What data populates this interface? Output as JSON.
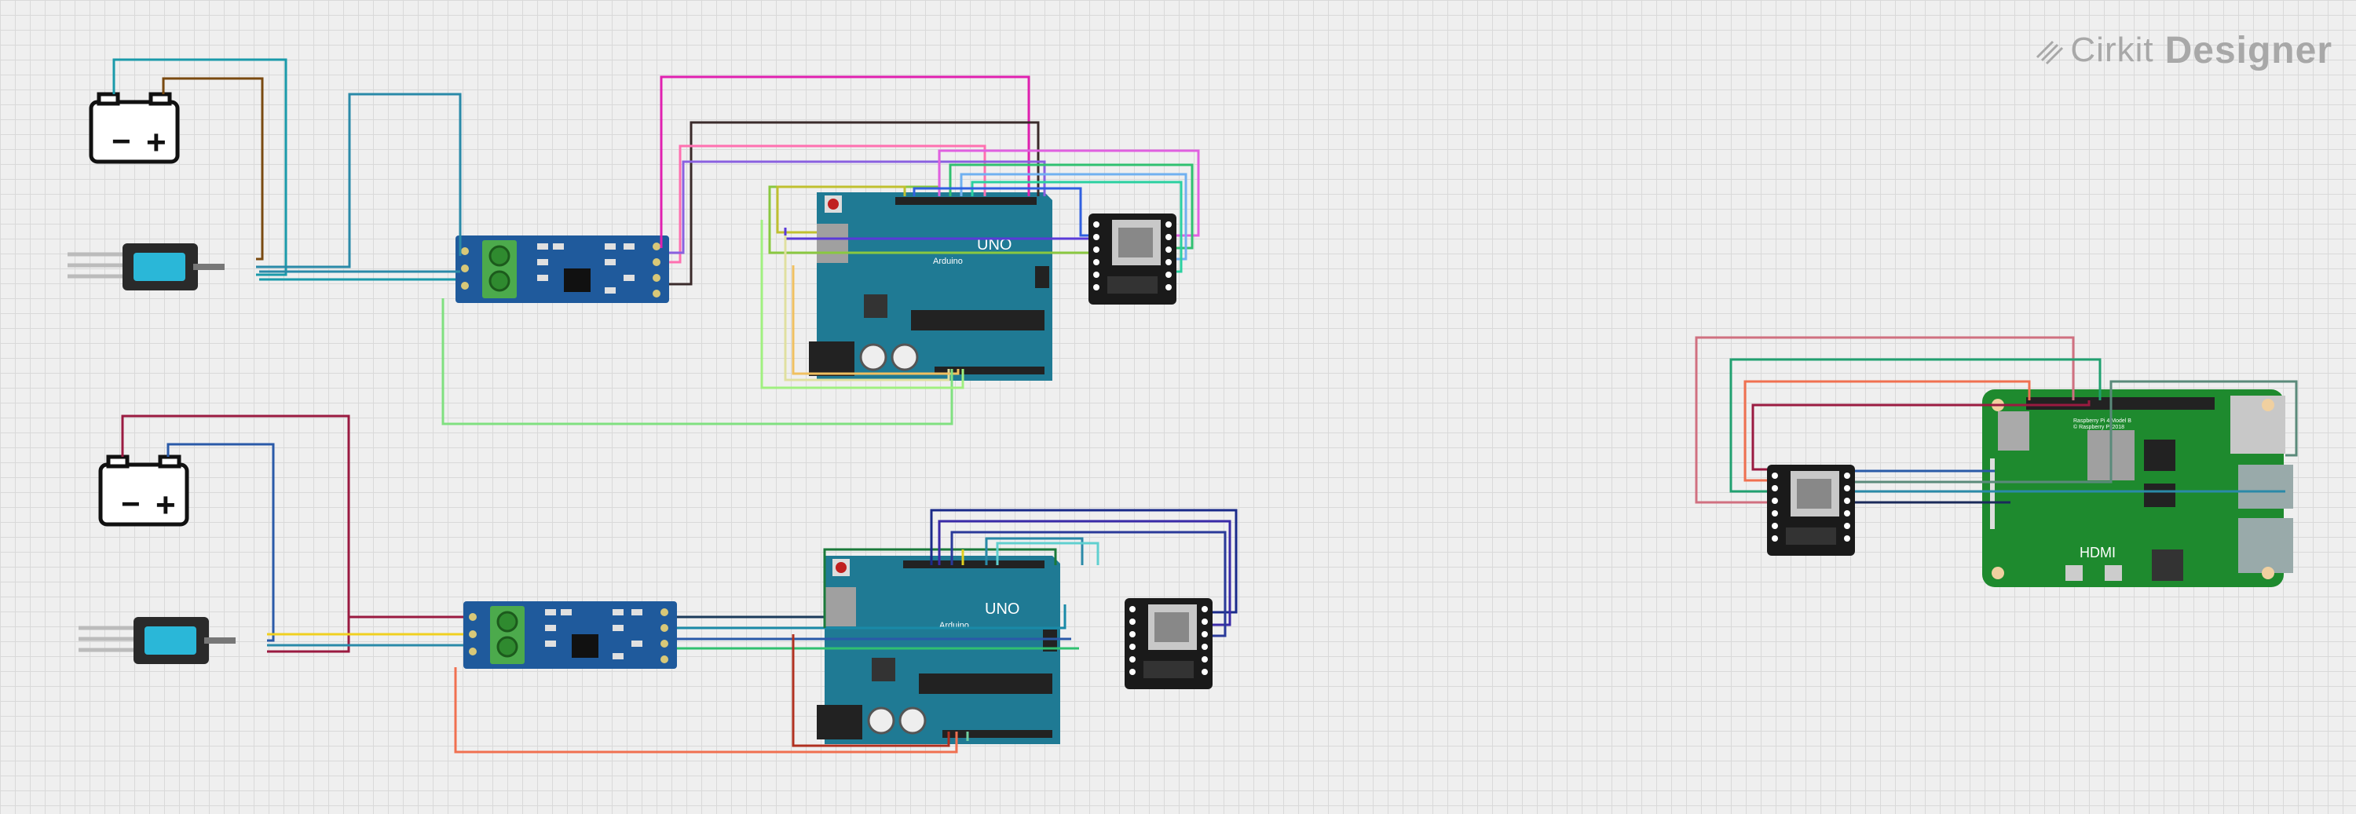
{
  "app": {
    "brand_name": "Cirkit",
    "brand_suffix": "Designer",
    "brand_color": "#a8a8a8"
  },
  "canvas": {
    "background": "#efefef",
    "grid_color": "#d9d9d9"
  },
  "components": {
    "arduino_labels": {
      "logo": "UNO",
      "name": "Arduino"
    },
    "pi_labels": {
      "port": "HDMI",
      "model": "Raspberry Pi 4 Model B",
      "copyright": "© Raspberry Pi 2018"
    },
    "battery_minus": "−",
    "battery_plus": "+"
  },
  "colors": {
    "arduino_board": "#1f7a94",
    "rs485_board": "#1f5a9c",
    "pi_board": "#1e8a2e",
    "terminal_green": "#4caa4c"
  }
}
